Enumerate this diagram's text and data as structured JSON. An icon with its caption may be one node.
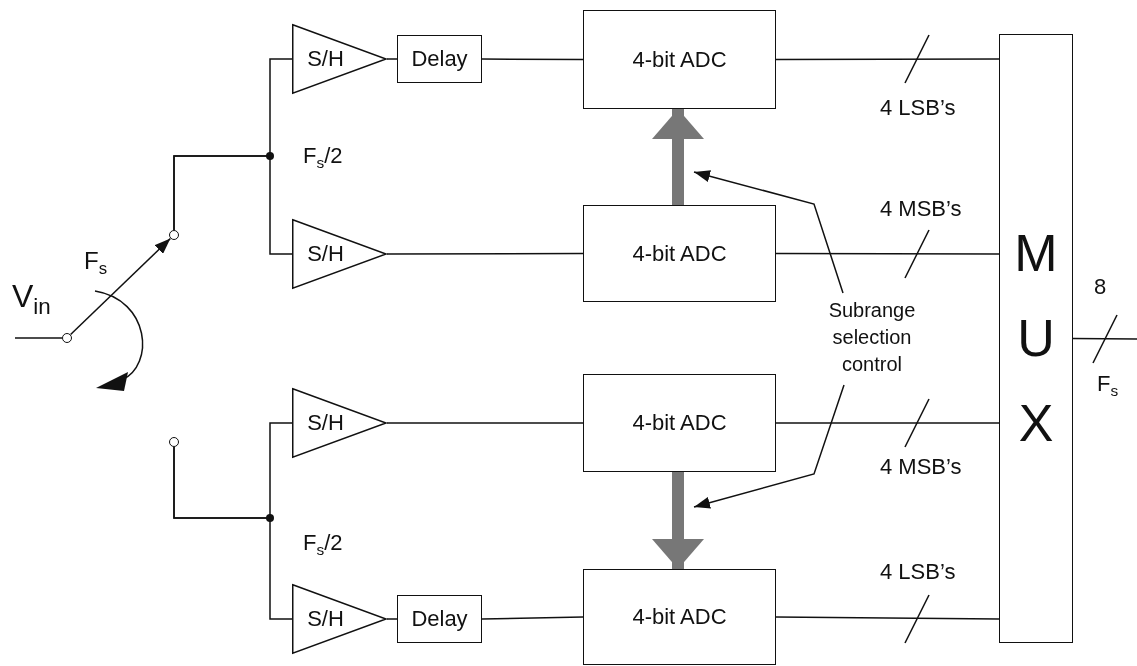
{
  "diagram": {
    "nodes": [
      {
        "text": [],
        "shape": "circle"
      },
      {
        "text": [],
        "shape": "circle"
      },
      {
        "text": [],
        "shape": "circle"
      },
      {
        "text": [
          "S/H"
        ]
      },
      {
        "text": [
          "Delay"
        ]
      },
      {
        "text": [
          "4-bit ADC"
        ]
      },
      {
        "text": [
          "S/H"
        ]
      },
      {
        "text": [
          "4-bit ADC"
        ]
      },
      {
        "text": [
          "S/H"
        ]
      },
      {
        "text": [
          "4-bit ADC"
        ]
      },
      {
        "text": [
          "S/H"
        ]
      },
      {
        "text": [
          "Delay"
        ]
      },
      {
        "text": [
          "4-bit ADC"
        ]
      },
      {
        "text": [
          "Subrange selection control"
        ]
      },
      {
        "text": [
          "MUX"
        ]
      }
    ],
    "edges": [
      {
        "from": null,
        "to": 0,
        "arrow": "none"
      },
      {
        "from": 0,
        "to": 1,
        "arrow": "to"
      },
      {
        "from": 1,
        "to": 3,
        "arrow": "none"
      },
      {
        "from": 1,
        "to": 6,
        "arrow": "none"
      },
      {
        "from": 2,
        "to": 8,
        "arrow": "none"
      },
      {
        "from": 2,
        "to": 10,
        "arrow": "none"
      },
      {
        "from": 3,
        "to": 4,
        "arrow": "none"
      },
      {
        "from": 4,
        "to": 5,
        "arrow": "none"
      },
      {
        "from": 6,
        "to": 7,
        "arrow": "none"
      },
      {
        "from": 8,
        "to": 9,
        "arrow": "none"
      },
      {
        "from": 10,
        "to": 11,
        "arrow": "none"
      },
      {
        "from": 11,
        "to": 12,
        "arrow": "none"
      },
      {
        "from": 5,
        "to": 14,
        "arrow": "none",
        "label": "4 LSB’s"
      },
      {
        "from": 7,
        "to": 14,
        "arrow": "none",
        "label": "4 MSB’s"
      },
      {
        "from": 9,
        "to": 14,
        "arrow": "none",
        "label": "4 MSB’s"
      },
      {
        "from": 12,
        "to": 14,
        "arrow": "none",
        "label": "4 LSB’s"
      },
      {
        "from": 14,
        "to": null,
        "arrow": "none"
      },
      {
        "from": 7,
        "to": 5,
        "arrow": "to",
        "style": "thick",
        "color": "#777777"
      },
      {
        "from": 9,
        "to": 12,
        "arrow": "to",
        "style": "thick",
        "color": "#777777"
      },
      {
        "from": 13,
        "to": null,
        "arrow": "to"
      },
      {
        "from": 13,
        "to": null,
        "arrow": "to"
      }
    ],
    "labels": [
      "V$_{in}$",
      "F$_{s}$",
      "F$_{s}$/2",
      "F$_{s}$/2",
      "8",
      "F$_{s}$"
    ]
  }
}
